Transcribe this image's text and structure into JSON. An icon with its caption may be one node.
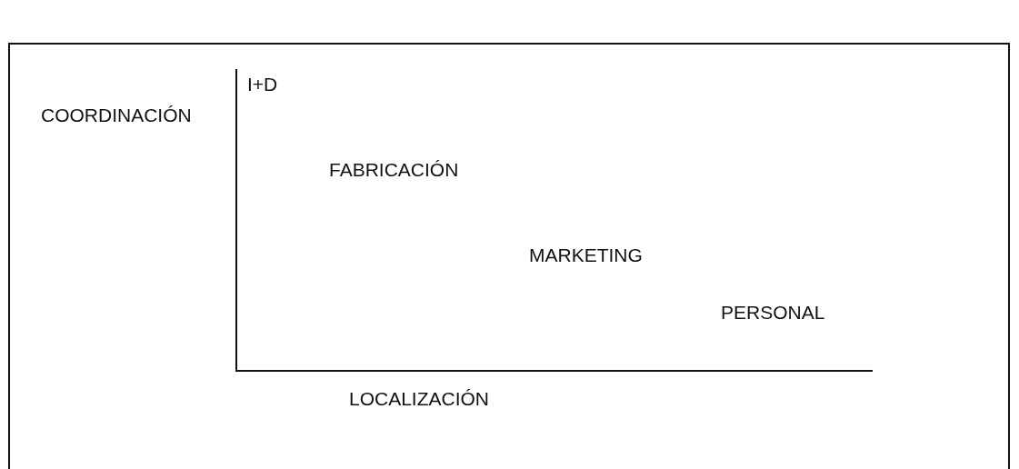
{
  "diagram": {
    "labels": [
      "I+D",
      "COORDINACIÓN",
      "FABRICACIÓN",
      "MARKETING",
      "PERSONAL",
      "LOCALIZACIÓN"
    ]
  }
}
